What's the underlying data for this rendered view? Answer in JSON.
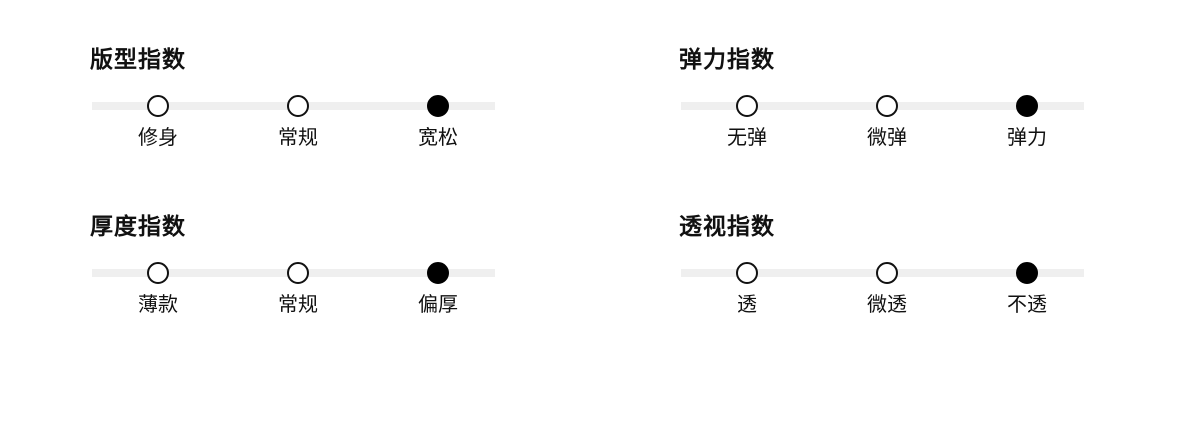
{
  "indices": [
    {
      "title": "版型指数",
      "options": [
        {
          "label": "修身",
          "selected": false
        },
        {
          "label": "常规",
          "selected": false
        },
        {
          "label": "宽松",
          "selected": true
        }
      ]
    },
    {
      "title": "弹力指数",
      "options": [
        {
          "label": "无弹",
          "selected": false
        },
        {
          "label": "微弹",
          "selected": false
        },
        {
          "label": "弹力",
          "selected": true
        }
      ]
    },
    {
      "title": "厚度指数",
      "options": [
        {
          "label": "薄款",
          "selected": false
        },
        {
          "label": "常规",
          "selected": false
        },
        {
          "label": "偏厚",
          "selected": true
        }
      ]
    },
    {
      "title": "透视指数",
      "options": [
        {
          "label": "透",
          "selected": false
        },
        {
          "label": "微透",
          "selected": false
        },
        {
          "label": "不透",
          "selected": true
        }
      ]
    }
  ],
  "colors": {
    "track": "#efefef",
    "dot_border": "#111111",
    "dot_selected": "#000000",
    "text": "#111111"
  }
}
